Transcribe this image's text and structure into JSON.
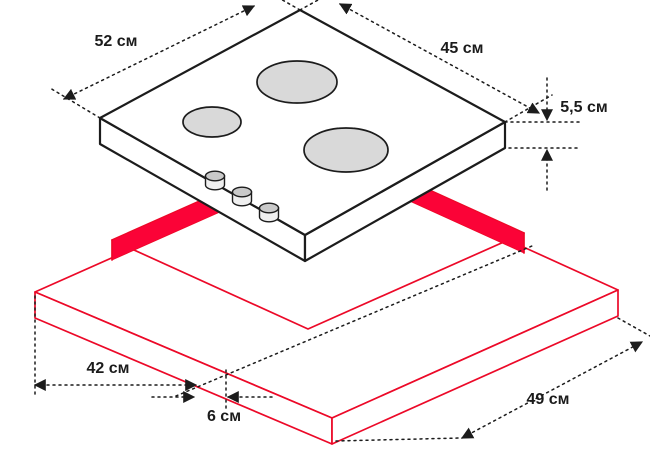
{
  "diagram": {
    "kind": "isometric installation drawing of a built-in hob above a worktop cutout",
    "labels": {
      "top_width": "52 см",
      "top_depth": "45 см",
      "panel_height": "5,5 см",
      "cutout_width": "42 см",
      "cutout_offset": "6 см",
      "cutout_depth": "49 см"
    },
    "features": {
      "burner_count": 3,
      "knob_count": 3
    },
    "colors": {
      "outline_black": "#1c1c1c",
      "cutout_red": "#ec0928",
      "strip_red": "#fb0337",
      "burner_grey": "#d9d9d9",
      "background": "#ffffff"
    }
  }
}
